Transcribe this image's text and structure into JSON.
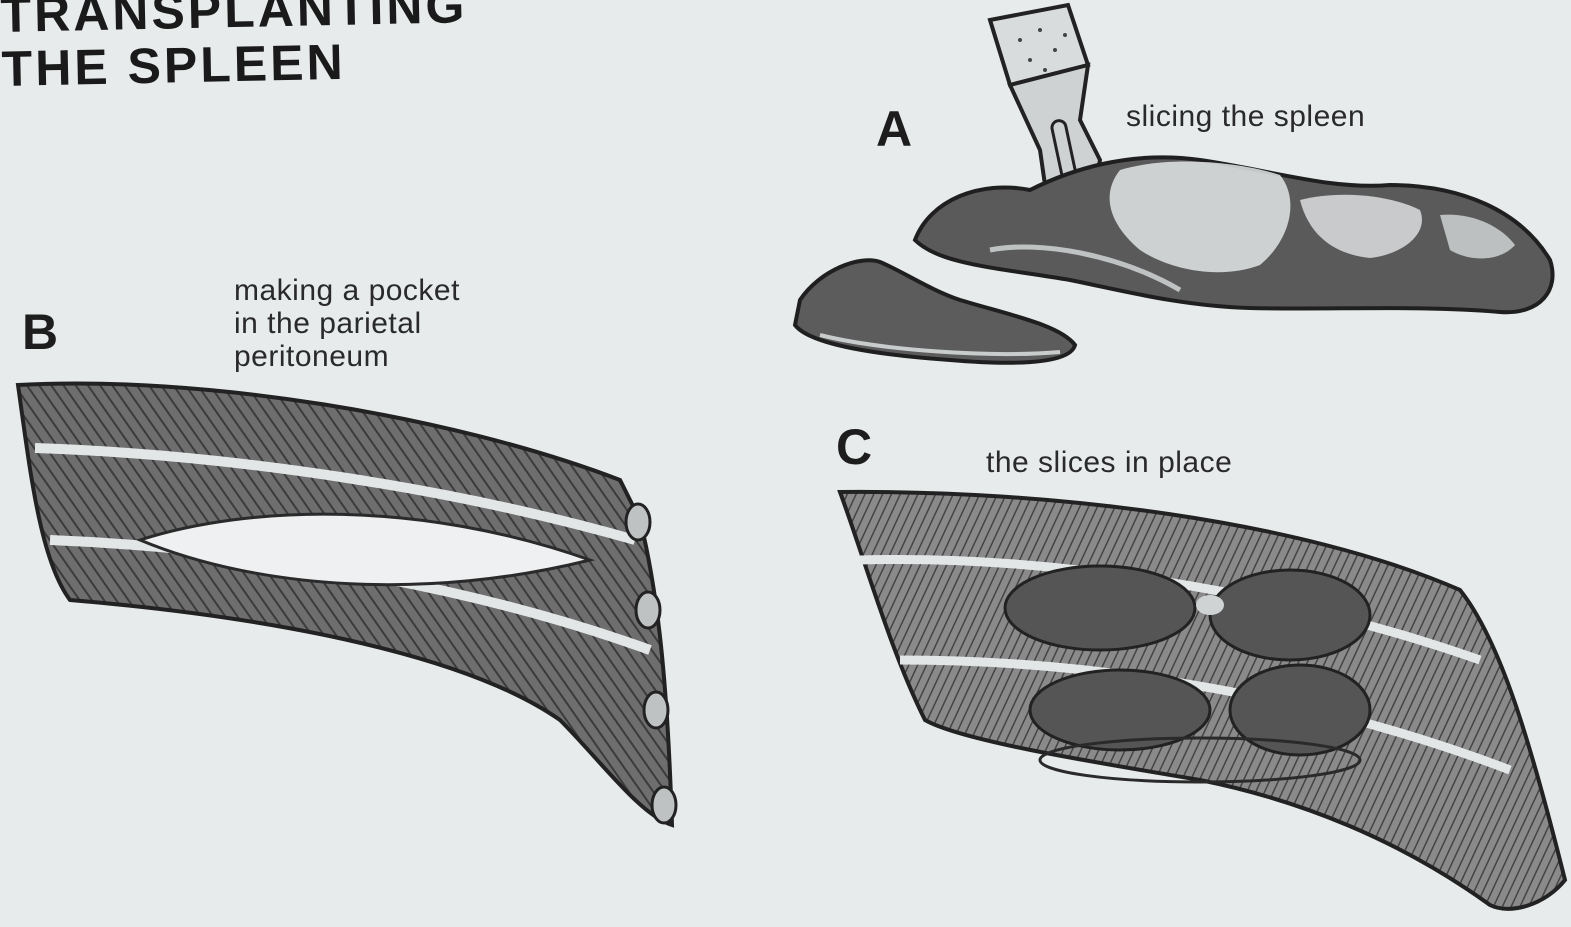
{
  "title": {
    "line1": "TRANSPLANTING",
    "line2": "THE SPLEEN"
  },
  "panels": {
    "a": {
      "letter": "A",
      "caption": "slicing the spleen"
    },
    "b": {
      "letter": "B",
      "caption_lines": [
        "making a pocket",
        "in the parietal",
        "peritoneum"
      ]
    },
    "c": {
      "letter": "C",
      "caption": "the slices in place"
    }
  },
  "colors": {
    "background": "#e7ebec",
    "ink": "#1d1d1d",
    "tissue_dark": "#4f4f4f",
    "tissue_mid": "#7a7a7a"
  },
  "icons": [
    "scalpel-icon",
    "spleen-illustration",
    "peritoneum-pocket-illustration",
    "spleen-slices-illustration"
  ]
}
